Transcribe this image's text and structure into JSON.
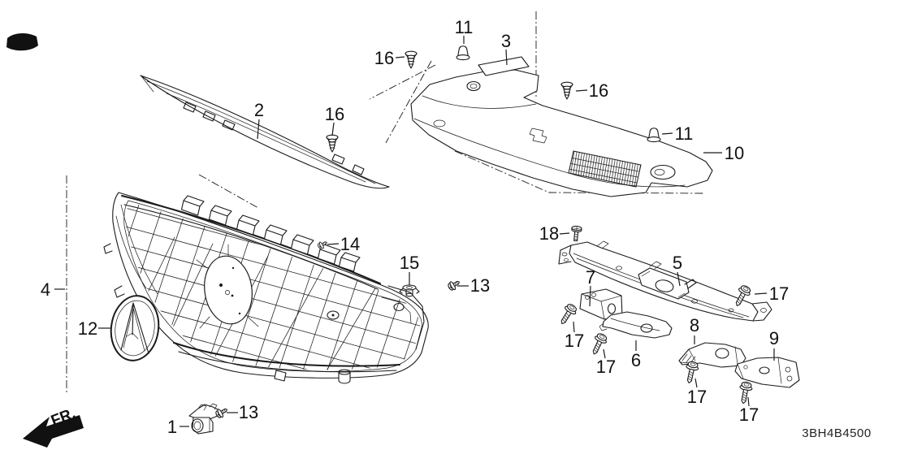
{
  "diagram": {
    "figure_code": "3BH4B4500",
    "front_label": "FR.",
    "background_color": "#ffffff",
    "line_color": "#1a1a1a",
    "callouts": [
      "2",
      "16",
      "16",
      "11",
      "3",
      "16",
      "11",
      "10",
      "4",
      "12",
      "14",
      "15",
      "13",
      "18",
      "5",
      "7",
      "17",
      "17",
      "6",
      "17",
      "8",
      "17",
      "9",
      "17",
      "1",
      "13"
    ]
  }
}
